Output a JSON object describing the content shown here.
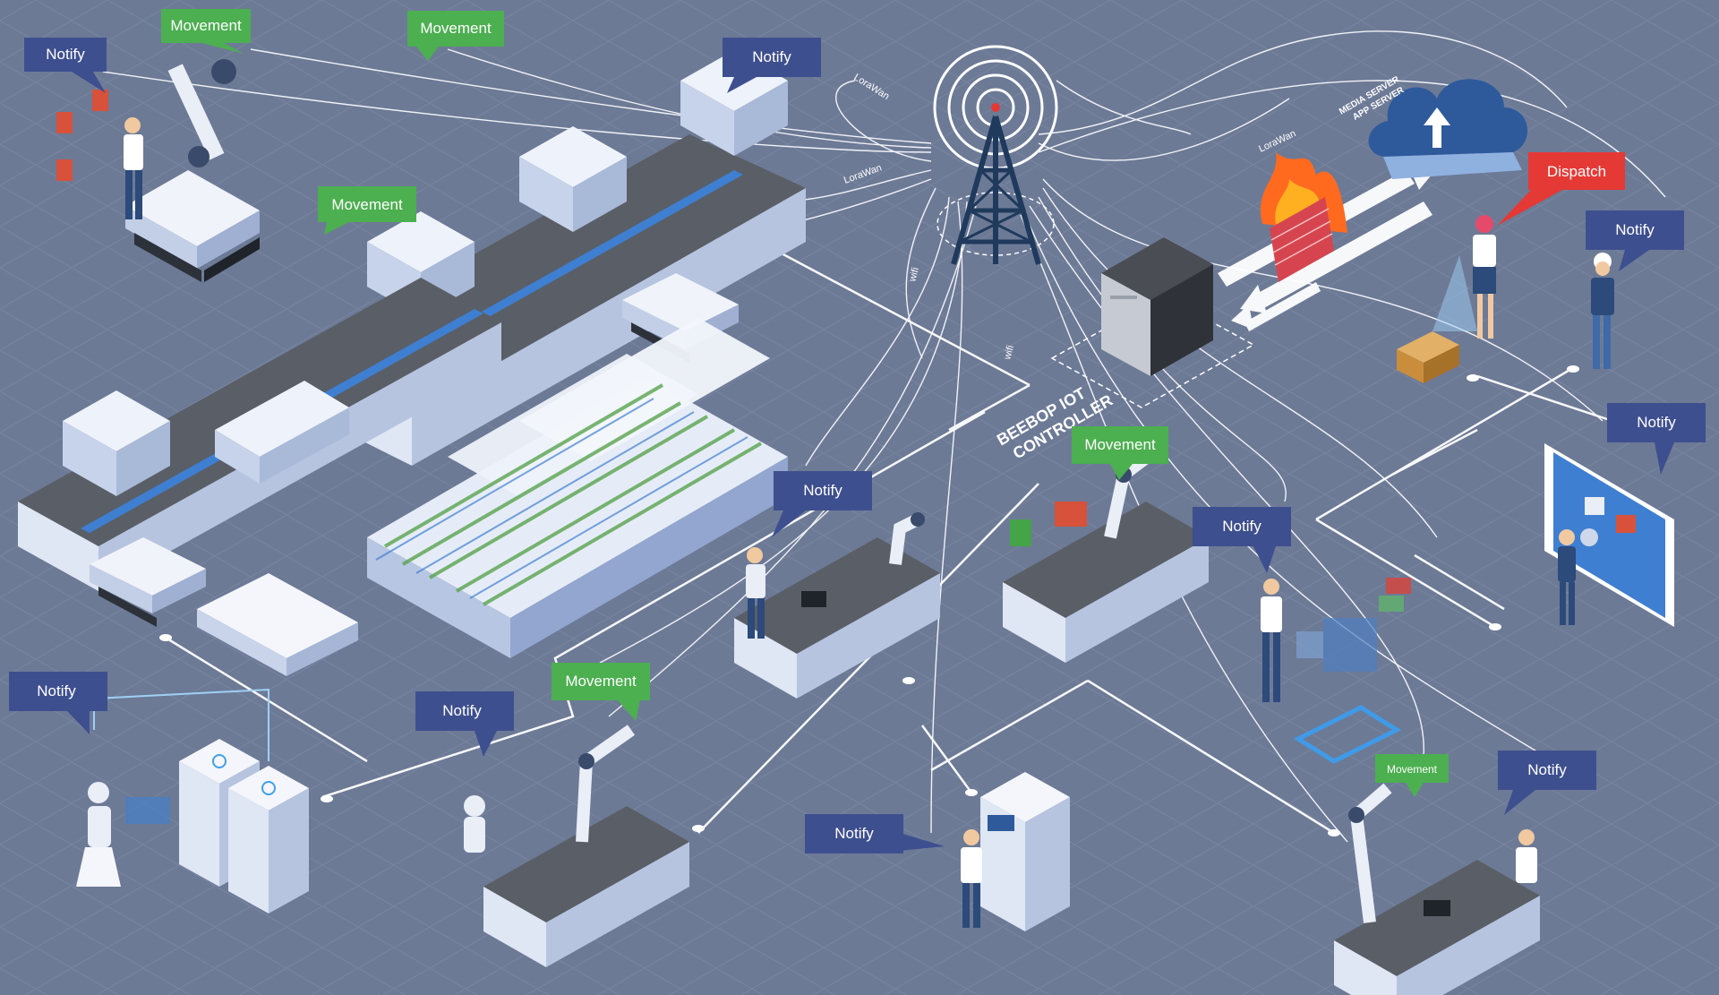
{
  "colors": {
    "background": "#6d7a96",
    "grid": "#7d89a3",
    "notify": "#3e4f8f",
    "movement": "#4caf50",
    "dispatch": "#e53935",
    "connection_line": "#ffffff",
    "machine_body": "#e8edf7",
    "machine_shade": "#b9c6e0",
    "conveyor": "#5a5e66",
    "accent_blue": "#3f7fd1",
    "cloud": "#2e5a9c",
    "fire": "#ff6a1f"
  },
  "labels": {
    "controller_line1": "BEEBOP IOT",
    "controller_line2": "CONTROLLER",
    "cloud_line1": "MEDIA SERVER",
    "cloud_line2": "APP SERVER",
    "lorawan_1": "LoraWan",
    "lorawan_2": "LoraWan",
    "lorawan_3": "LoraWan",
    "wifi_1": "wifi",
    "wifi_2": "wifi"
  },
  "callouts": [
    {
      "type": "notify",
      "text": "Notify"
    },
    {
      "type": "movement",
      "text": "Movement"
    },
    {
      "type": "movement",
      "text": "Movement"
    },
    {
      "type": "notify",
      "text": "Notify"
    },
    {
      "type": "movement",
      "text": "Movement"
    },
    {
      "type": "dispatch",
      "text": "Dispatch"
    },
    {
      "type": "notify",
      "text": "Notify"
    },
    {
      "type": "notify",
      "text": "Notify"
    },
    {
      "type": "notify",
      "text": "Notify"
    },
    {
      "type": "movement",
      "text": "Movement"
    },
    {
      "type": "notify",
      "text": "Notify"
    },
    {
      "type": "notify",
      "text": "Notify"
    },
    {
      "type": "notify",
      "text": "Notify"
    },
    {
      "type": "movement",
      "text": "Movement"
    },
    {
      "type": "notify",
      "text": "Notify"
    },
    {
      "type": "movement",
      "text": "Movement"
    },
    {
      "type": "notify",
      "text": "Notify"
    }
  ]
}
